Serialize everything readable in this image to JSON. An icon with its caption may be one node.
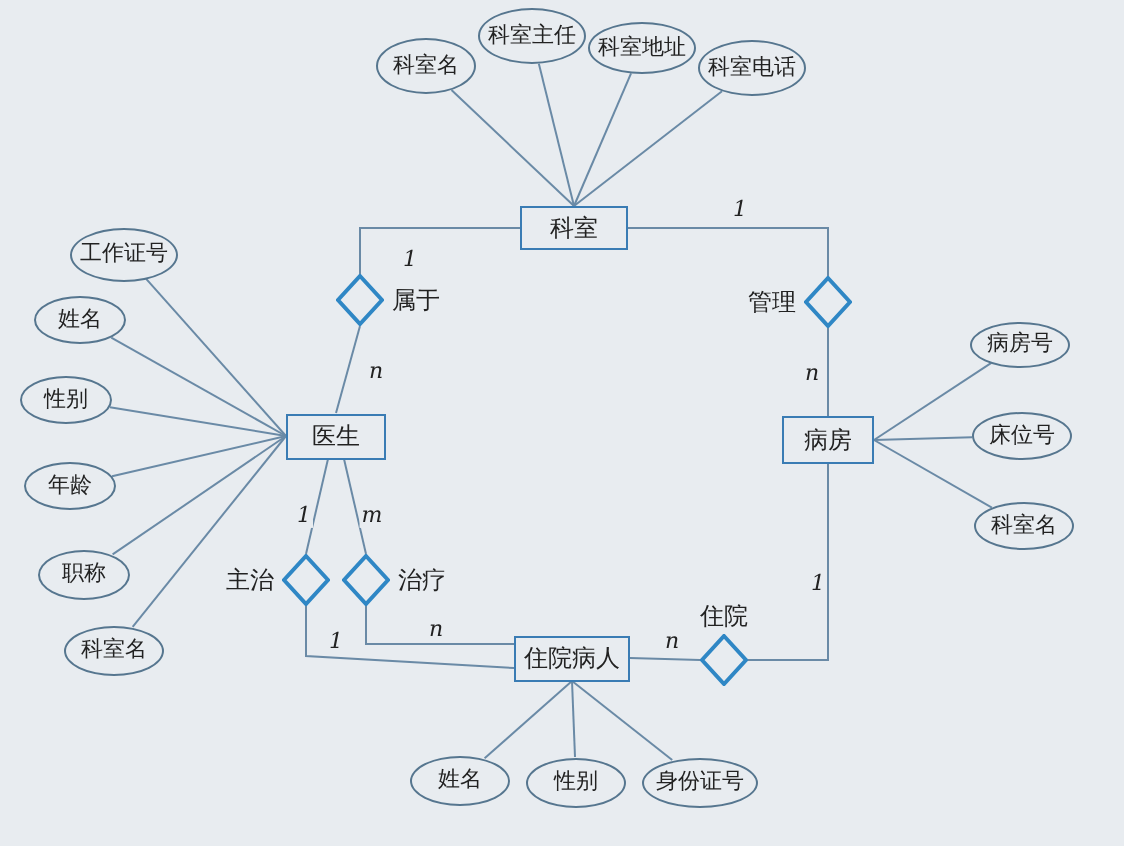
{
  "diagram": {
    "nodes": [
      {
        "text": [
          "科室名"
        ]
      },
      {
        "text": [
          "科室主任"
        ]
      },
      {
        "text": [
          "科室地址"
        ]
      },
      {
        "text": [
          "科室电话"
        ]
      },
      {
        "text": [
          "科室"
        ]
      },
      {
        "text": [
          "属于"
        ]
      },
      {
        "text": [
          "管理"
        ]
      },
      {
        "text": [
          "工作证号"
        ]
      },
      {
        "text": [
          "姓名"
        ]
      },
      {
        "text": [
          "性别"
        ]
      },
      {
        "text": [
          "年龄"
        ]
      },
      {
        "text": [
          "职称"
        ]
      },
      {
        "text": [
          "科室名"
        ]
      },
      {
        "text": [
          "医生"
        ]
      },
      {
        "text": [
          "病房号"
        ]
      },
      {
        "text": [
          "床位号"
        ]
      },
      {
        "text": [
          "科室名"
        ]
      },
      {
        "text": [
          "病房"
        ]
      },
      {
        "text": [
          "主治"
        ]
      },
      {
        "text": [
          "治疗"
        ]
      },
      {
        "text": [
          "住院"
        ]
      },
      {
        "text": [
          "住院病人"
        ]
      },
      {
        "text": [
          "姓名"
        ]
      },
      {
        "text": [
          "性别"
        ]
      },
      {
        "text": [
          "身份证号"
        ]
      }
    ],
    "edges": [
      {
        "from": 0,
        "to": 4,
        "arrow": "none"
      },
      {
        "from": 1,
        "to": 4,
        "arrow": "none"
      },
      {
        "from": 2,
        "to": 4,
        "arrow": "none"
      },
      {
        "from": 3,
        "to": 4,
        "arrow": "none"
      },
      {
        "from": 7,
        "to": 13,
        "arrow": "none"
      },
      {
        "from": 8,
        "to": 13,
        "arrow": "none"
      },
      {
        "from": 9,
        "to": 13,
        "arrow": "none"
      },
      {
        "from": 10,
        "to": 13,
        "arrow": "none"
      },
      {
        "from": 11,
        "to": 13,
        "arrow": "none"
      },
      {
        "from": 12,
        "to": 13,
        "arrow": "none"
      },
      {
        "from": 14,
        "to": 17,
        "arrow": "none"
      },
      {
        "from": 15,
        "to": 17,
        "arrow": "none"
      },
      {
        "from": 16,
        "to": 17,
        "arrow": "none"
      },
      {
        "from": 22,
        "to": 21,
        "arrow": "none"
      },
      {
        "from": 23,
        "to": 21,
        "arrow": "none"
      },
      {
        "from": 24,
        "to": 21,
        "arrow": "none"
      },
      {
        "from": 4,
        "to": 5,
        "label": "1",
        "arrow": "none"
      },
      {
        "from": 5,
        "to": 13,
        "label": "n",
        "arrow": "none"
      },
      {
        "from": 4,
        "to": 6,
        "label": "1",
        "arrow": "none"
      },
      {
        "from": 6,
        "to": 17,
        "label": "n",
        "arrow": "none"
      },
      {
        "from": 13,
        "to": 18,
        "label": "1",
        "arrow": "none"
      },
      {
        "from": 13,
        "to": 19,
        "label": "m",
        "arrow": "none"
      },
      {
        "from": 18,
        "to": 21,
        "label": "1",
        "arrow": "none"
      },
      {
        "from": 19,
        "to": 21,
        "label": "n",
        "arrow": "none"
      },
      {
        "from": 21,
        "to": 20,
        "label": "n",
        "arrow": "none"
      },
      {
        "from": 20,
        "to": 17,
        "label": "1",
        "arrow": "none"
      }
    ]
  }
}
